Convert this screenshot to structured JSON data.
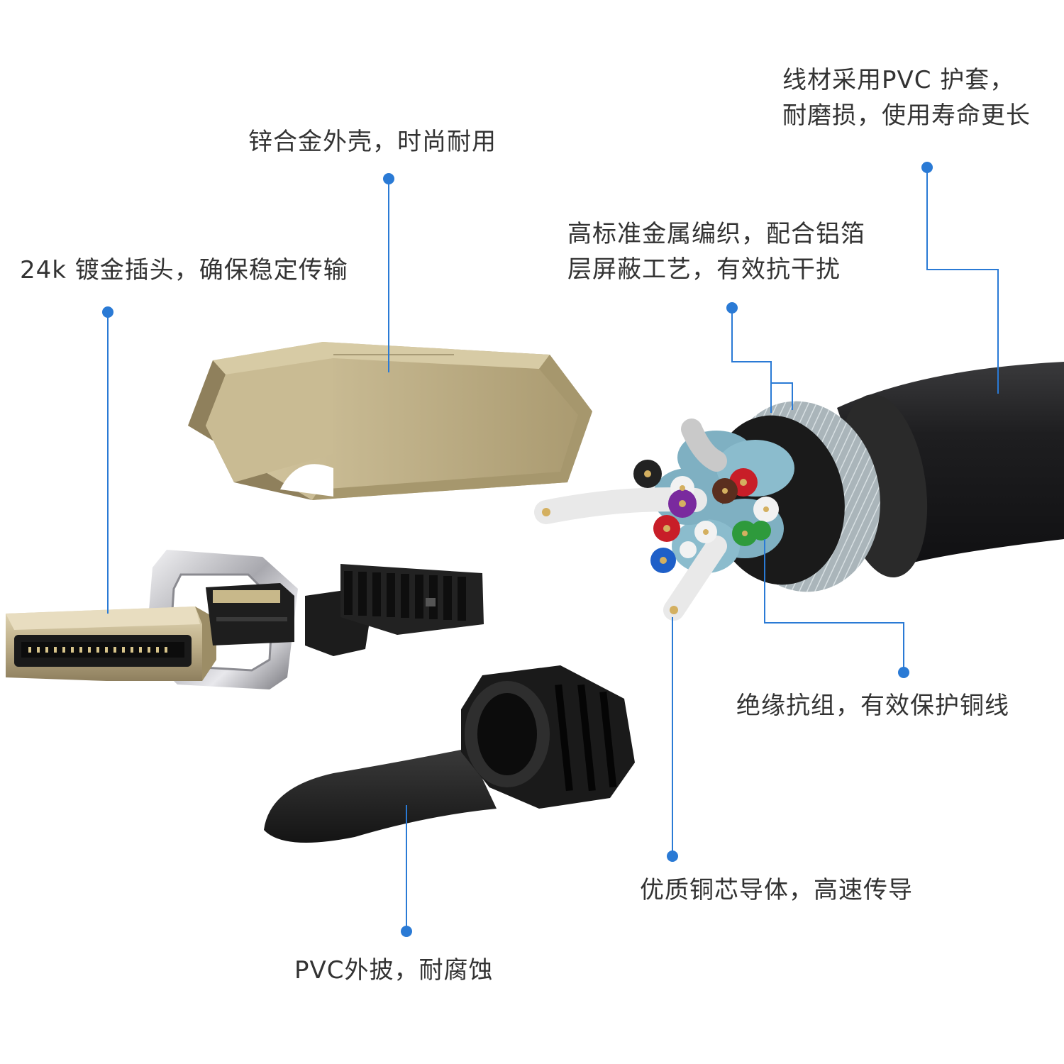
{
  "labels": {
    "pvc_jacket": [
      "线材采用PVC 护套，",
      "耐磨损，使用寿命更长"
    ],
    "zinc_shell": [
      "锌合金外壳，时尚耐用"
    ],
    "shielding": [
      "高标准金属编织，配合铝箔",
      "层屏蔽工艺，有效抗干扰"
    ],
    "gold_plug": [
      "24k 镀金插头，确保稳定传输"
    ],
    "insulation": [
      "绝缘抗组，有效保护铜线"
    ],
    "copper_core": [
      "优质铜芯导体，高速传导"
    ],
    "pvc_boot": [
      "PVC外披，耐腐蚀"
    ]
  },
  "colors": {
    "callout": "#2a7ad5",
    "text": "#333333",
    "gold": "#b8a77e",
    "chrome": "#c8c8cc",
    "black_part": "#1c1c1c",
    "cable_jacket": "#262626",
    "braid": "#9aa7ae",
    "wire_white": "#f2f2f2",
    "wire_red": "#c81e28",
    "wire_purple": "#7a2a9e",
    "wire_blue": "#1e5fc8",
    "wire_green": "#2e9a3c",
    "wire_brown": "#5a2e1e",
    "wire_black": "#222222"
  }
}
